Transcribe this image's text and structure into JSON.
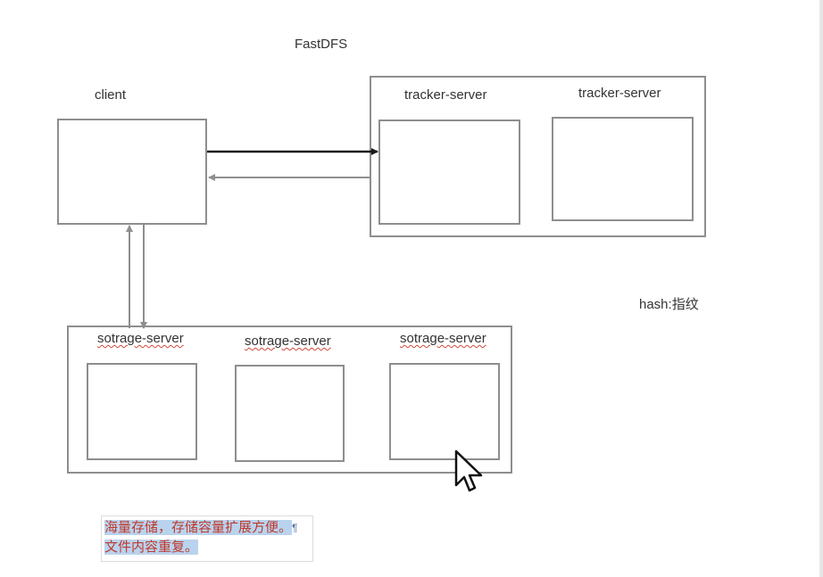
{
  "title": "FastDFS",
  "client": {
    "label": "client"
  },
  "tracker_group": {
    "servers": [
      {
        "label": "tracker-server"
      },
      {
        "label": "tracker-server"
      }
    ]
  },
  "storage_group": {
    "servers": [
      {
        "label": "sotrage-server"
      },
      {
        "label": "sotrage-server"
      },
      {
        "label": "sotrage-server"
      }
    ]
  },
  "hash_note": "hash:指纹",
  "note": {
    "line1": "海量存储，存储容量扩展方便。",
    "line2": "文件内容重复。"
  },
  "colors": {
    "box_border": "#8e8e8e",
    "arrow_dark": "#1a1a1a",
    "arrow_gray": "#8e8e8e",
    "note_text": "#c0392b",
    "highlight": "#b9d3ee"
  }
}
